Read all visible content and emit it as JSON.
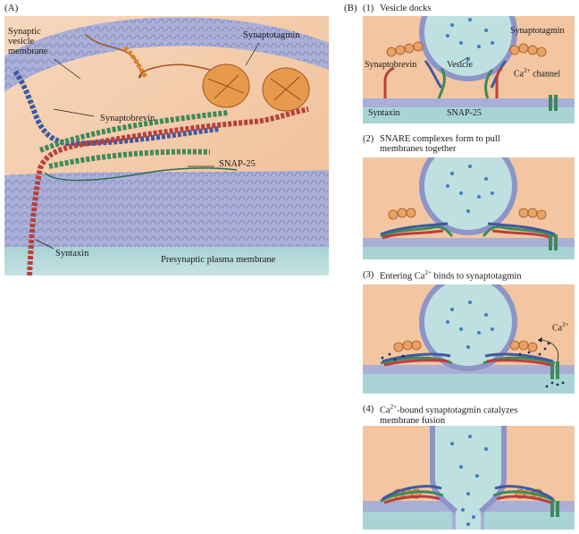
{
  "panel_a": {
    "letter": "(A)",
    "labels": {
      "synaptic_vesicle_membrane": "Synaptic\nvesicle\nmembrane",
      "synaptotagmin": "Synaptotagmin",
      "synaptobrevin": "Synaptobrevin",
      "snap25": "SNAP-25",
      "syntaxin": "Syntaxin",
      "presynaptic_plasma_membrane": "Presynaptic plasma membrane"
    }
  },
  "panel_b": {
    "letter": "(B)",
    "steps": [
      {
        "num": "(1)",
        "title": "Vesicle docks"
      },
      {
        "num": "(2)",
        "title": "SNARE complexes form to pull\nmembranes together"
      },
      {
        "num": "(3)",
        "title_pre": "Entering Ca",
        "title_sup": "2+",
        "title_post": " binds to synaptotagmin"
      },
      {
        "num": "(4)",
        "title_pre": "Ca",
        "title_sup": "2+",
        "title_post": "-bound synaptotagmin catalyzes\nmembrane fusion"
      }
    ],
    "step1_labels": {
      "synaptotagmin": "Synaptotagmin",
      "synaptobrevin": "Synaptobrevin",
      "vesicle": "Vesicle",
      "ca_channel_pre": "Ca",
      "ca_channel_sup": "2+",
      "ca_channel_post": " channel",
      "syntaxin": "Syntaxin",
      "snap25": "SNAP-25"
    },
    "step3_labels": {
      "ca_pre": "Ca",
      "ca_sup": "2+"
    }
  },
  "colors": {
    "cytosol_peach": "#f3c6a1",
    "membrane_lilac": "#a9afd6",
    "extracellular_teal": "#a9d4d6",
    "vesicle_lumen": "#bfe0e0",
    "synaptobrevin_blue": "#3f5aa0",
    "syntaxin_red": "#b8403e",
    "snap25_green": "#3e8a5a",
    "synaptotagmin_orange": "#d9822b",
    "calcium_dot": "#2d5fa8"
  }
}
